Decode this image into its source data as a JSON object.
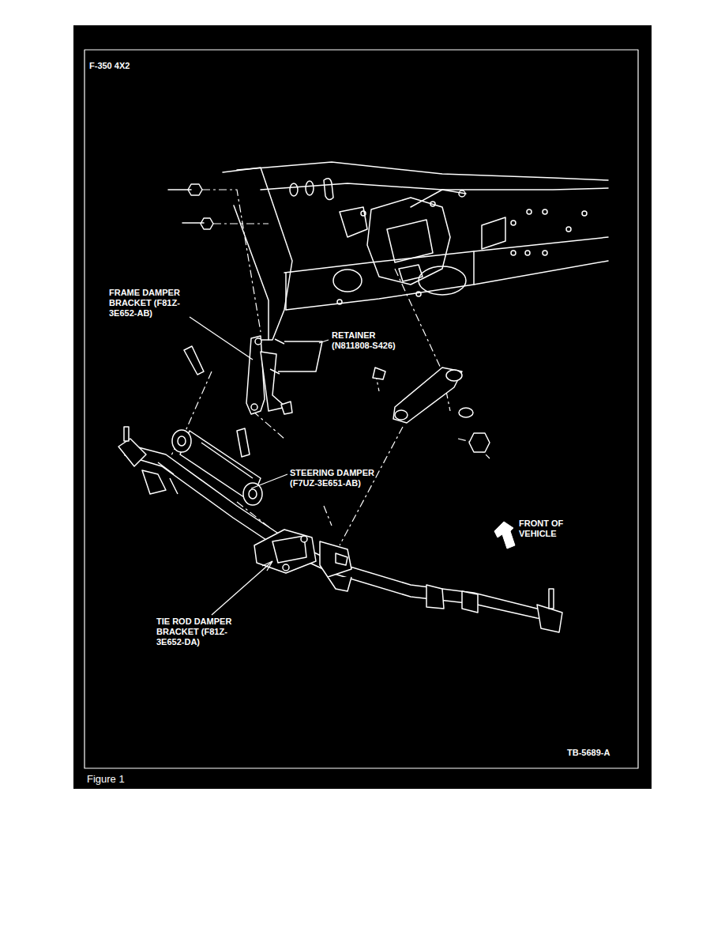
{
  "diagram": {
    "title": "F-350 4X2",
    "caption": "Figure 1",
    "labels": [
      "FRAME DAMPER BRACKET (F81Z-3E652-AB)",
      "RETAINER (N811808-S426)",
      "STEERING DAMPER (F7UZ-3E651-AB)",
      "FRONT OF VEHICLE",
      "TIE ROD DAMPER BRACKET (F81Z-3E652-DA)",
      "TB-5689-A"
    ]
  }
}
